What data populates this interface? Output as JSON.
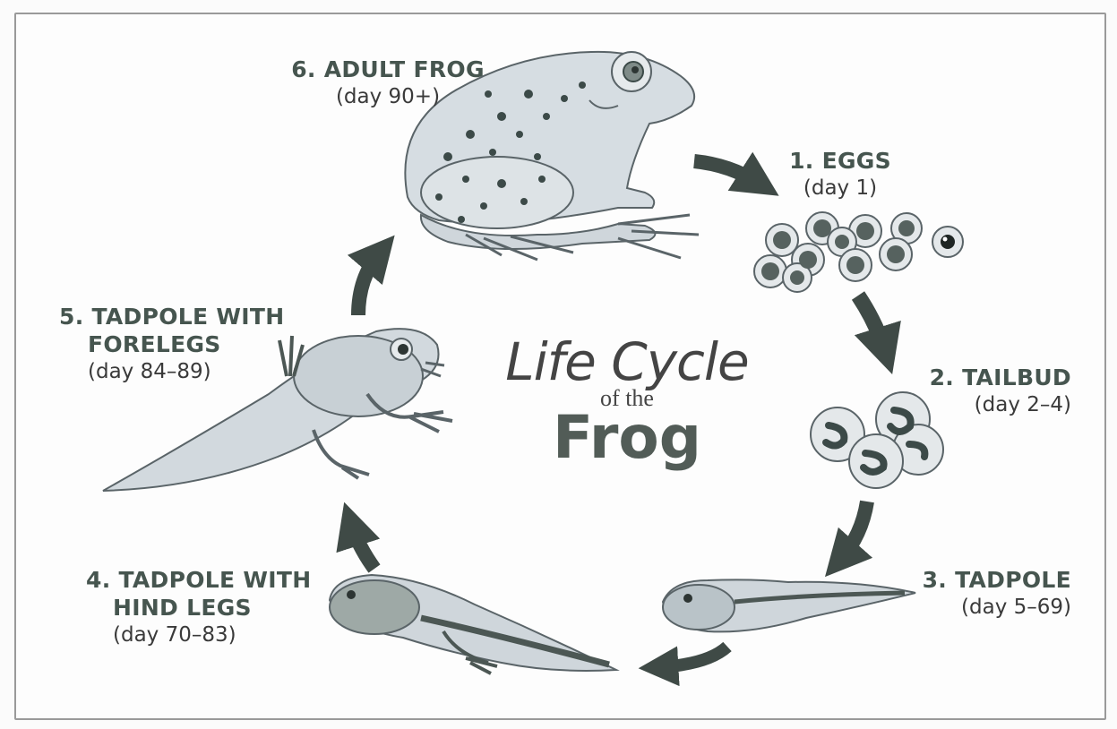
{
  "title": {
    "line1": "Life Cycle",
    "line2": "of the",
    "line3": "Frog"
  },
  "stages": [
    {
      "stage": "1. EGGS",
      "day": "(day 1)"
    },
    {
      "stage": "2. TAILBUD",
      "day": "(day 2–4)"
    },
    {
      "stage": "3. TADPOLE",
      "day": "(day 5–69)"
    },
    {
      "stage_line1": "4. TADPOLE WITH",
      "stage_line2": "HIND LEGS",
      "day": "(day 70–83)"
    },
    {
      "stage_line1": "5. TADPOLE WITH",
      "stage_line2": "FORELEGS",
      "day": "(day 84–89)"
    },
    {
      "stage": "6. ADULT FROG",
      "day": "(day 90+)"
    }
  ],
  "colors": {
    "arrow": "#3f4a46",
    "stage_text": "#46554f",
    "skin": "#d6dde2",
    "spots": "#3c4a48"
  },
  "icons": [
    "adult-frog-icon",
    "eggs-icon",
    "tailbud-icon",
    "tadpole-icon",
    "tadpole-hind-legs-icon",
    "tadpole-forelegs-icon"
  ]
}
